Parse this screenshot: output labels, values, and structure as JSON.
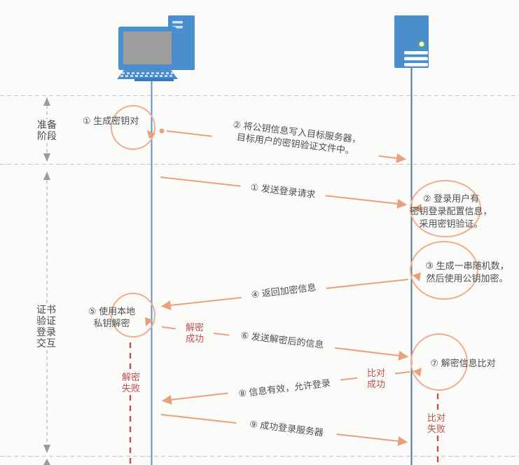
{
  "colors": {
    "background": "#fbfbfa",
    "accent_blue": "#4b8ece",
    "client_lifeline": "#5e93cc",
    "server_lifeline": "#54789a",
    "arrow_orange": "#e9a17d",
    "loop_orange": "#f1ad8d",
    "fail_red": "#c0504d",
    "text_gray": "#4f4f4f",
    "phase_gray": "#9b9b9b",
    "separator_gray": "#c9c9c9",
    "screen_gray": "#9d9d9d",
    "power_green": "#58a862"
  },
  "icons": {
    "client": "desktop-computer-icon",
    "server": "server-tower-icon"
  },
  "phases": [
    {
      "label": "准备\n阶段"
    },
    {
      "label": "证书\n验证\n登录\n交互"
    }
  ],
  "prep_steps": {
    "step1": "① 生成密钥对",
    "step2": "② 将公钥信息写入目标服务器，\n目标用户的密钥验证文件中。"
  },
  "login_steps": {
    "step1": "① 发送登录请求",
    "step2": "② 登录用户有\n密钥登录配置信息，\n采用密钥验证。",
    "step3": "③ 生成一串随机数，\n然后使用公钥加密。",
    "step4": "④ 返回加密信息",
    "step5": "⑤ 使用本地\n私钥解密",
    "step6": "⑥ 发送解密后的信息",
    "step7": "⑦ 解密信息比对",
    "step8": "⑧ 信息有效，允许登录",
    "step9": "⑨ 成功登录服务器"
  },
  "branch_labels": {
    "decrypt_success": "解密\n成功",
    "decrypt_fail": "解密\n失败",
    "compare_success": "比对\n成功",
    "compare_fail": "比对\n失败"
  }
}
